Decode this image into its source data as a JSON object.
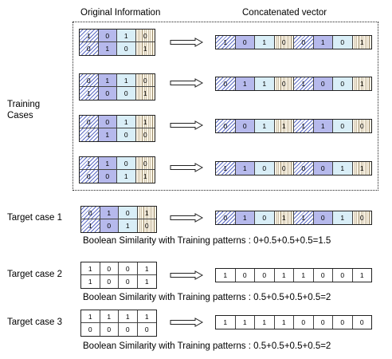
{
  "headers": {
    "original": "Original Information",
    "concatenated": "Concatenated  vector"
  },
  "training_label": "Training\nCases",
  "training_cases": [
    {
      "grid": [
        [
          1,
          0,
          1,
          0
        ],
        [
          0,
          1,
          0,
          1
        ]
      ],
      "vector": [
        1,
        0,
        1,
        0,
        0,
        1,
        0,
        1
      ]
    },
    {
      "grid": [
        [
          0,
          1,
          1,
          0
        ],
        [
          1,
          0,
          0,
          1
        ]
      ],
      "vector": [
        0,
        1,
        1,
        0,
        1,
        0,
        0,
        1
      ]
    },
    {
      "grid": [
        [
          0,
          0,
          1,
          1
        ],
        [
          1,
          1,
          0,
          0
        ]
      ],
      "vector": [
        0,
        0,
        1,
        1,
        1,
        1,
        0,
        0
      ]
    },
    {
      "grid": [
        [
          1,
          1,
          0,
          0
        ],
        [
          0,
          0,
          1,
          1
        ]
      ],
      "vector": [
        1,
        1,
        0,
        0,
        0,
        0,
        1,
        1
      ]
    }
  ],
  "target_cases": [
    {
      "label": "Target case 1",
      "grid": [
        [
          0,
          1,
          0,
          1
        ],
        [
          1,
          0,
          1,
          0
        ]
      ],
      "vector": [
        0,
        1,
        0,
        1,
        1,
        0,
        1,
        0
      ],
      "similarity": "Boolean Similarity  with Training patterns :  0+0.5+0.5+0.5=1.5"
    },
    {
      "label": "Target case 2",
      "grid": [
        [
          1,
          0,
          0,
          1
        ],
        [
          1,
          0,
          0,
          1
        ]
      ],
      "vector": [
        1,
        0,
        0,
        1,
        1,
        0,
        0,
        1
      ],
      "similarity": "Boolean Similarity  with Training patterns :  0.5+0.5+0.5+0.5=2"
    },
    {
      "label": "Target case 3",
      "grid": [
        [
          1,
          1,
          1,
          1
        ],
        [
          0,
          0,
          0,
          0
        ]
      ],
      "vector": [
        1,
        1,
        1,
        1,
        0,
        0,
        0,
        0
      ],
      "similarity": "Boolean Similarity  with Training patterns :  0.5+0.5+0.5+0.5=2"
    }
  ]
}
